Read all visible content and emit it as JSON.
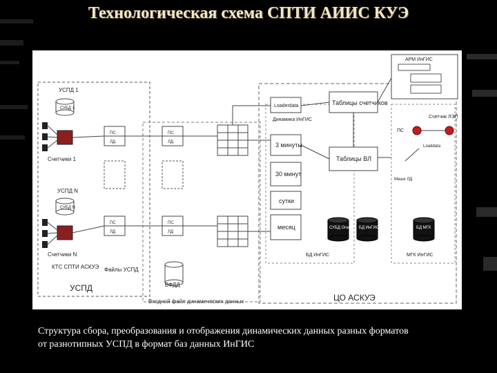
{
  "title": "Технологическая схема СПТИ АИИС КУЭ",
  "caption": {
    "line1": "Структура сбора, преобразования и отображения динамических данных разных форматов",
    "line2": "от разнотипных УСПД в формат баз данных ИнГИС"
  },
  "diagram": {
    "uspd1": "УСПД 1",
    "subd1": "СУБД 1",
    "meters1": "Счетчики 1",
    "uspdN": "УСПД N",
    "subdN": "СУБД N",
    "metersN": "Счетчики N",
    "ktc": "КТС СПТИ АСКУЭ",
    "uspd_zone": "УСПД",
    "files_uspd": "Файлы УСПД",
    "vfdd": "ВФДД",
    "input_file": "Входной файл динамических данных",
    "ps": "ПС",
    "ld": "ЛД",
    "loader": "Loaderdata",
    "dynamics": "Динамика ИнГИС",
    "min3": "3 минуты",
    "min30": "30 минут",
    "day": "сутки",
    "month": "месяц",
    "tables_meters": "Таблицы счетчиков",
    "tables_vl": "Таблицы ВЛ",
    "subd_oracle": "СУБД Oracle",
    "bd_ingis": "БД ИнГИС",
    "bd_ingis_label": "БД ИнГИС",
    "arm": "АРМ ИнГИС",
    "meter_lep": "Счетчик ЛЭП",
    "loaddata": "Loaddata",
    "mesh_ld": "Меши ЛД",
    "bd_mgk": "БД МГК",
    "mgk_ingis": "МГК ИнГИС",
    "co_askue": "ЦО АСКУЭ"
  }
}
